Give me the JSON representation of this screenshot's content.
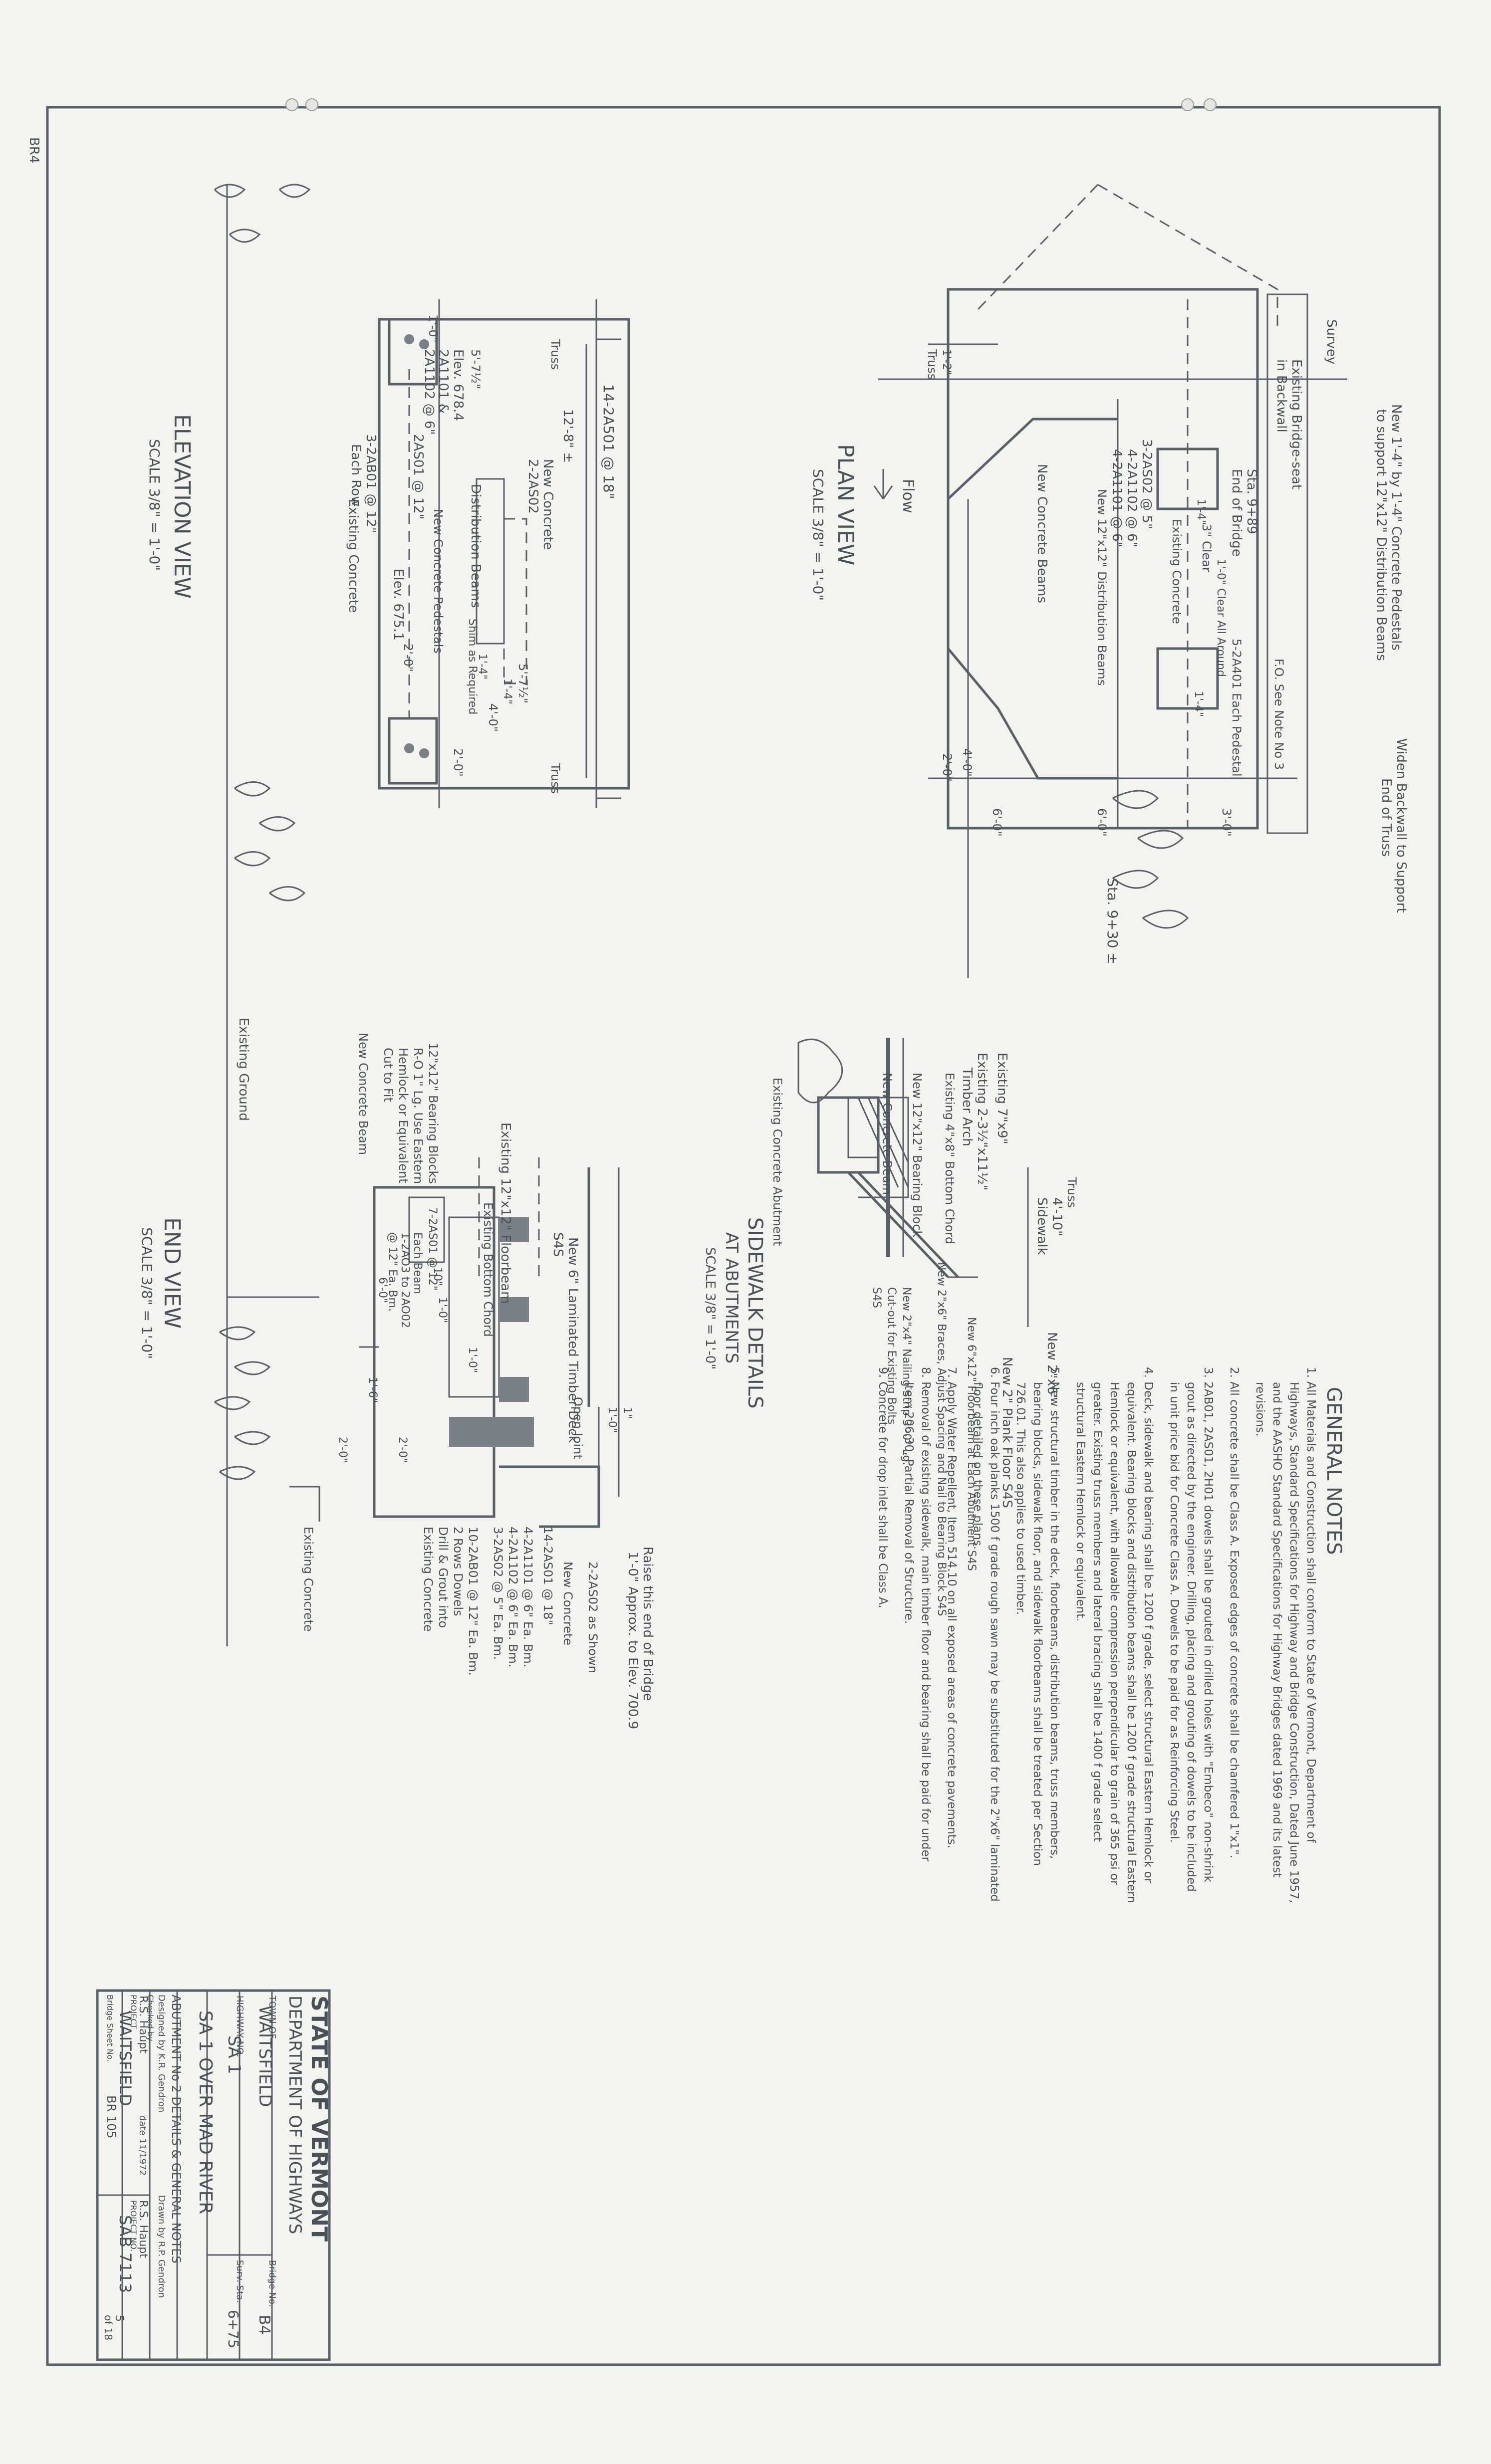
{
  "sheet_mark": "BR4",
  "plan": {
    "title": "PLAN VIEW",
    "scale": "SCALE 3/8\" = 1'-0\"",
    "callouts": [
      "New 1'-4\" by 1'-4\" Concrete Pedestals",
      "to support 12\"x12\" Distribution Beams",
      "Widen Backwall to Support",
      "End of Truss",
      "Survey",
      "Existing Bridge-seat",
      "in Backwall",
      "Sta. 9+89",
      "End of Bridge",
      "3-2AS02 @ 5\"",
      "New 12\"x12\" Distribution Beams",
      "4-2A1102 @ 6\"",
      "4-2A1101 @ 6\"",
      "Existing Concrete",
      "3\" Clear",
      "5-2A401 Each Pedestal",
      "1'-0\" Clear All Around",
      "F.O. See Note No 3",
      "New Concrete Beams",
      "Flow",
      "Sta. 9+30 ±",
      "Truss"
    ],
    "dims": [
      "1'-4\"",
      "1'-4\"",
      "4'-0\"",
      "2'-0\"",
      "6'-0\"",
      "6'-0\"",
      "3'-0\"",
      "1'-2\""
    ]
  },
  "elevation": {
    "title": "ELEVATION VIEW",
    "scale": "SCALE 3/8\" = 1'-0\"",
    "callouts": [
      "14-2A501 @ 18\"",
      "12'-8\" ±",
      "New Concrete",
      "2-2AS02",
      "Elev. 678.4",
      "Distribution Beams",
      "2A1101 &",
      "2A1102 @ 6\"",
      "2AS01 @ 12\"",
      "3-2AB01 @ 12\"",
      "Each Row",
      "New Concrete Pedestals",
      "Elev. 675.1",
      "Shim as Required",
      "Existing Concrete",
      "Truss",
      "Truss"
    ],
    "dims": [
      "1'-0\"",
      "5'-7½\"",
      "5'-7½\"",
      "1'-4\"",
      "1'-4\"",
      "4'-0\"",
      "2'-0\"",
      "2'-0\""
    ]
  },
  "sidewalk": {
    "title": "SIDEWALK DETAILS",
    "subtitle": "AT ABUTMENTS",
    "scale": "SCALE 3/8\" = 1'-0\"",
    "callouts": [
      "Existing 7\"x9\"",
      "Existing 2-3½\"x11½\"",
      "Timber Arch",
      "Existing 4\"x8\" Bottom Chord",
      "New 12\"x12\" Bearing Block",
      "New Concrete Beam",
      "Existing Concrete Abutment",
      "Truss",
      "4'-10\"",
      "Sidewalk",
      "New 2\"x6\"",
      "New 2\" Plank Floor S4S",
      "New 6\"x12\" Floorbeam at Each Abutment S4S",
      "New 2\"x6\" Braces, Adjust Spacing and Nail to Bearing Block S4S",
      "New 2\"x4\" Nailing Strip 3'-0\" Lg.",
      "Cut-out for Existing Bolts",
      "S4S"
    ]
  },
  "end_view": {
    "title": "END VIEW",
    "scale": "SCALE 3/8\" = 1'-0\"",
    "callouts": [
      "New 6\" Laminated Timber Deck",
      "S4S",
      "Open Joint",
      "Existing 12\"x12\" Floorbeam",
      "Existing Bottom Chord",
      "12\"x12\" Bearing Blocks",
      "R-O 1\" Lg. Use Eastern",
      "Hemlock or Equivalent",
      "Cut to Fit",
      "New Concrete Beam",
      "7-2AS01 @ 12\"",
      "Each Beam",
      "1-2AO3 to 2AO02",
      "@ 12\" Ea. Bm.",
      "Raise this end of Bridge",
      "1'-0\" Approx. to Elev. 700.9",
      "2-2AS02 as Shown",
      "New Concrete",
      "14-2AS01 @ 18\"",
      "4-2A1101 @ 6\" Ea. Bm.",
      "4-2A1102 @ 6\" Ea. Bm.",
      "3-2AS02 @ 5\" Ea. Bm.",
      "10-2AB01 @ 12\" Ea. Bm.",
      "2 Rows Dowels",
      "Drill & Grout into",
      "Existing Concrete",
      "Existing Concrete",
      "Existing Ground"
    ],
    "dims": [
      "1'-0\"",
      "1'-0\"",
      "1'-0\"",
      "6'-0\"",
      "2'-0\"",
      "2'-0\"",
      "1'-6\"",
      "10\"",
      "1\""
    ]
  },
  "general_notes": {
    "title": "GENERAL NOTES",
    "notes": [
      "1. All Materials and Construction shall conform to State of Vermont, Department of Highways, Standard Specifications for Highway and Bridge Construction, Dated June 1957, and the AASHO Standard Specifications for Highway Bridges dated 1969 and its latest revisions.",
      "2. All concrete shall be Class A. Exposed edges of concrete shall be chamfered 1\"x1\".",
      "3. 2AB01, 2AS01, 2H01 dowels shall be grouted in drilled holes with \"Embeco\" non-shrink grout as directed by the engineer. Drilling, placing and grouting of dowels to be included in unit price bid for Concrete Class A. Dowels to be paid for as Reinforcing Steel.",
      "4. Deck, sidewalk and bearing shall be 1200 f grade, select structural Eastern Hemlock or equivalent. Bearing blocks and distribution beams shall be 1200 f grade structural Eastern Hemlock or equivalent, with allowable compression perpendicular to grain of 365 psi or greater. Existing truss members and lateral bracing shall be 1400 f grade select structural Eastern Hemlock or equivalent.",
      "5. New structural timber in the deck, floorbeams, distribution beams, truss members, bearing blocks, sidewalk floor, and sidewalk floorbeams shall be treated per Section 726.01. This also applies to used timber.",
      "6. Four inch oak planks 1500 f grade rough sawn may be substituted for the 2\"x6\" laminated floor detailed on these plans.",
      "7. Apply Water Repellent, Item 514.10 on all exposed areas of concrete pavements.",
      "8. Removal of existing sidewalk, main timber floor and bearing shall be paid for under Item 206.30, Partial Removal of Structure.",
      "9. Concrete for drop inlet shall be Class A."
    ]
  },
  "title_block": {
    "state": "STATE OF VERMONT",
    "department": "DEPARTMENT OF HIGHWAYS",
    "town_label": "TOWN OF",
    "town": "WAITSFIELD",
    "highway_label": "HIGHWAY NO.",
    "highway": "SA 1",
    "bridge_label": "Bridge No.",
    "bridge_no": "B4",
    "survey_label": "Surv. Sta.",
    "survey_sta": "6+75",
    "project_desc": "SA 1 OVER MAD RIVER",
    "sheet_desc": "ABUTMENT No 2 DETAILS & GENERAL NOTES",
    "designed_by": "Designed by K.R. Gendron",
    "drawn_by": "Drawn by R.P. Gendron",
    "checked_by": "Checked by",
    "checker": "R.S. Haupt",
    "approved_by": "R.S. Haupt",
    "date": "date 11/1972",
    "project_label": "PROJECT",
    "project": "WAITSFIELD",
    "project_no_label": "PROJECT NO.",
    "project_no": "SAB 7113",
    "sheet_no_label": "Bridge Sheet No.",
    "sheet_no": "BR 105",
    "sheet": "5",
    "of": "of 18"
  }
}
